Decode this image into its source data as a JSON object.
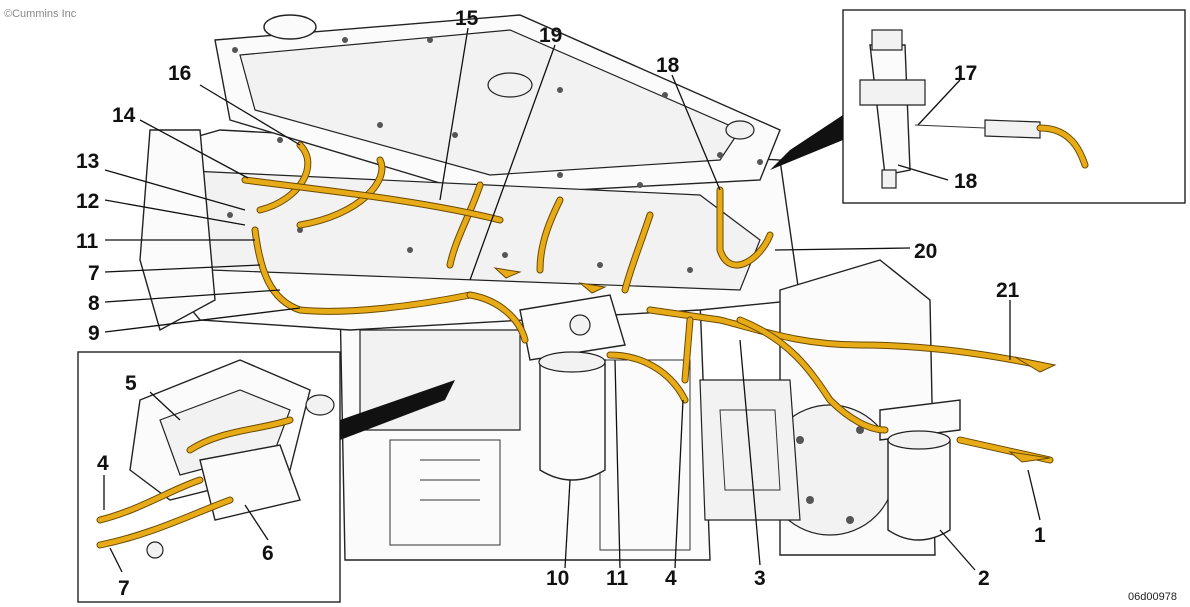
{
  "copyright": "©Cummins Inc",
  "figure_ref": "06d00978",
  "callouts": [
    "1",
    "2",
    "4",
    "5",
    "6",
    "7",
    "8",
    "9",
    "10",
    "11",
    "12",
    "13",
    "14",
    "15",
    "16",
    "17",
    "18",
    "19",
    "20",
    "21"
  ],
  "labels": {
    "c1": "1",
    "c2": "2",
    "c3": "3",
    "c4_bottom": "4",
    "c10": "10",
    "c11_bottom": "11",
    "c21": "21",
    "c20": "20",
    "c18_top": "18",
    "c15": "15",
    "c19": "19",
    "c16": "16",
    "c14": "14",
    "c13": "13",
    "c12": "12",
    "c11_left": "11",
    "c7_left": "7",
    "c8": "8",
    "c9": "9",
    "c17": "17",
    "c18_inset": "18",
    "c5": "5",
    "c4_inset": "4",
    "c6": "6",
    "c7_inset": "7"
  },
  "colors": {
    "fuel_line": "#e8ab18",
    "line_art": "#222222",
    "background": "#ffffff"
  }
}
